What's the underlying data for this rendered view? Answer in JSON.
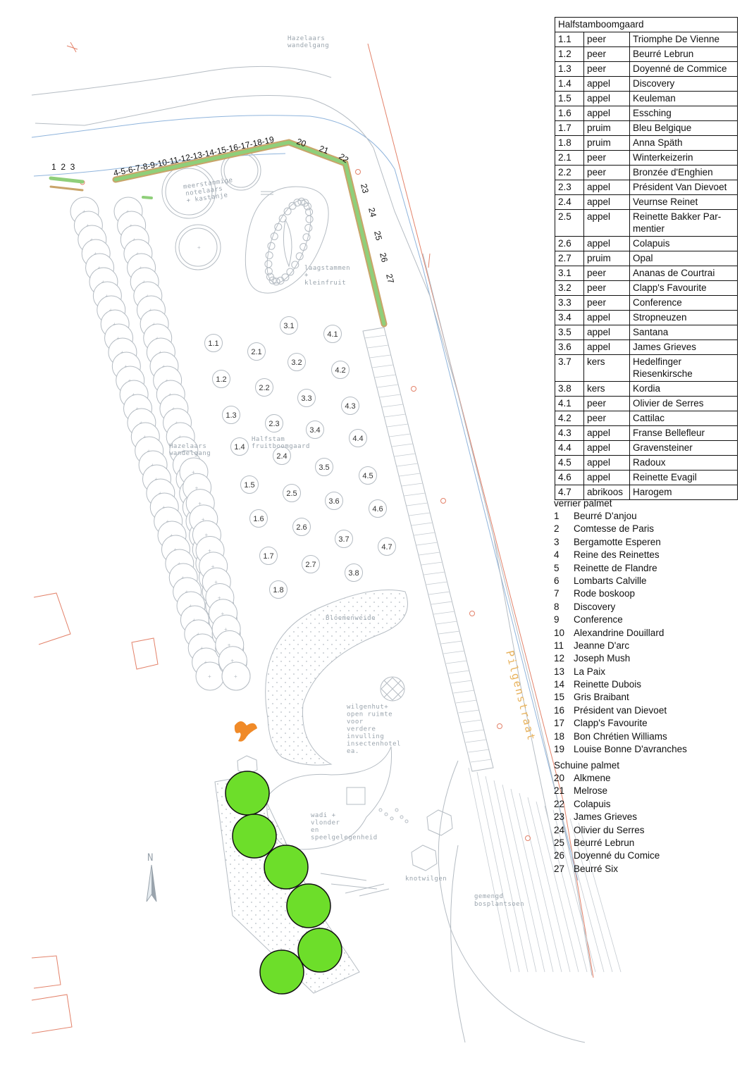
{
  "legend": {
    "title": "Halfstamboomgaard",
    "rows": [
      [
        "1.1",
        "peer",
        "Triomphe De Vienne"
      ],
      [
        "1.2",
        "peer",
        "Beurré Lebrun"
      ],
      [
        "1.3",
        "peer",
        "Doyenné de Commice"
      ],
      [
        "1.4",
        "appel",
        "Discovery"
      ],
      [
        "1.5",
        "appel",
        "Keuleman"
      ],
      [
        "1.6",
        "appel",
        "Essching"
      ],
      [
        "1.7",
        "pruim",
        "Bleu Belgique"
      ],
      [
        "1.8",
        "pruim",
        "Anna Späth"
      ],
      [
        "2.1",
        "peer",
        "Winterkeizerin"
      ],
      [
        "2.2",
        "peer",
        "Bronzée d'Enghien"
      ],
      [
        "2.3",
        "appel",
        "Président Van Dievoet"
      ],
      [
        "2.4",
        "appel",
        "Veurnse Reinet"
      ],
      [
        "2.5",
        "appel",
        "Reinette Bakker Par-mentier"
      ],
      [
        "2.6",
        "appel",
        "Colapuis"
      ],
      [
        "2.7",
        "pruim",
        "Opal"
      ],
      [
        "3.1",
        "peer",
        "Ananas de Courtrai"
      ],
      [
        "3.2",
        "peer",
        "Clapp's Favourite"
      ],
      [
        "3.3",
        "peer",
        "Conference"
      ],
      [
        "3.4",
        "appel",
        "Stropneuzen"
      ],
      [
        "3.5",
        "appel",
        "Santana"
      ],
      [
        "3.6",
        "appel",
        "James Grieves"
      ],
      [
        "3.7",
        "kers",
        "Hedelfinger Riesenkirsche"
      ],
      [
        "3.8",
        "kers",
        "Kordia"
      ],
      [
        "4.1",
        "peer",
        "Olivier de Serres"
      ],
      [
        "4.2",
        "peer",
        "Cattilac"
      ],
      [
        "4.3",
        "appel",
        "Franse Bellefleur"
      ],
      [
        "4.4",
        "appel",
        "Gravensteiner"
      ],
      [
        "4.5",
        "appel",
        "Radoux"
      ],
      [
        "4.6",
        "appel",
        "Reinette Evagil"
      ],
      [
        "4.7",
        "abrikoos",
        "Harogem"
      ]
    ]
  },
  "verrier": {
    "title": "verrier palmet",
    "items": [
      [
        "1",
        "Beurré D'anjou"
      ],
      [
        "2",
        "Comtesse de Paris"
      ],
      [
        "3",
        "Bergamotte Esperen"
      ],
      [
        "4",
        "Reine des Reinettes"
      ],
      [
        "5",
        "Reinette de Flandre"
      ],
      [
        "6",
        "Lombarts Calville"
      ],
      [
        "7",
        "Rode boskoop"
      ],
      [
        "8",
        "Discovery"
      ],
      [
        "9",
        "Conference"
      ],
      [
        "10",
        "Alexandrine Douillard"
      ],
      [
        "11",
        "Jeanne D'arc"
      ],
      [
        "12",
        "Joseph Mush"
      ],
      [
        "13",
        "La Paix"
      ],
      [
        "14",
        "Reinette Dubois"
      ],
      [
        "15",
        "Gris Braibant"
      ],
      [
        "16",
        "Président van Dievoet"
      ],
      [
        "17",
        "Clapp's Favourite"
      ],
      [
        "18",
        "Bon Chrétien Williams"
      ],
      [
        "19",
        "Louise Bonne D'avranches"
      ]
    ]
  },
  "schuine": {
    "title": "Schuine palmet",
    "items": [
      [
        "20",
        "Alkmene"
      ],
      [
        "21",
        "Melrose"
      ],
      [
        "22",
        "Colapuis"
      ],
      [
        "23",
        "James Grieves"
      ],
      [
        "24",
        "Olivier du Serres"
      ],
      [
        "25",
        "Beurré Lebrun"
      ],
      [
        "26",
        "Doyenné du Comice"
      ],
      [
        "27",
        "Beurré Six"
      ]
    ]
  },
  "map_labels": {
    "hazelaars_top": [
      "Hazelaars",
      "wandelgang"
    ],
    "hazelaars_left": [
      "Hazelaars",
      "wandelgang"
    ],
    "meerstammige": [
      "meerstammige",
      "notelaars",
      "+ kastanje"
    ],
    "laagstammen": [
      "laagstammen",
      "+",
      "kleinfruit"
    ],
    "halfstam": [
      "Halfstam",
      "fruitboomgaard"
    ],
    "bloemenweide": "Bloemenweide",
    "wilgenhut": [
      "wilgenhut+",
      "open ruimte",
      "voor",
      "verdere",
      "invulling",
      "insectenhotel",
      "ea."
    ],
    "wadi": [
      "wadi +",
      "vlonder",
      "en",
      "speelgelegenheid"
    ],
    "knotwilgen": "knotwilgen",
    "gemengd": [
      "gemengd",
      "bosplantsoen"
    ],
    "street": "Pilgenstraat",
    "north": "N"
  },
  "palmet_labels": {
    "group_a": "1  2  3",
    "group_b": "4-5-6-7-8-9-10-11-12-13-14-15-16-17-18-19",
    "singles": [
      "20",
      "21",
      "22",
      "23",
      "24",
      "25",
      "26",
      "27"
    ]
  },
  "tree_labels": [
    "1.1",
    "1.2",
    "1.3",
    "1.4",
    "1.5",
    "1.6",
    "1.7",
    "1.8",
    "2.1",
    "2.2",
    "2.3",
    "2.4",
    "2.5",
    "2.6",
    "2.7",
    "3.1",
    "3.2",
    "3.3",
    "3.4",
    "3.5",
    "3.6",
    "3.7",
    "3.8",
    "4.1",
    "4.2",
    "4.3",
    "4.4",
    "4.5",
    "4.6",
    "4.7"
  ],
  "colors": {
    "line_gray": "#b5bcc3",
    "road_blue": "#8fb4dc",
    "boundary_red": "#e3826a",
    "palmet_green": "#8fcf7a",
    "big_tree_green": "#6dde2a",
    "orange": "#f08a28",
    "street_text": "#e8b35e"
  }
}
